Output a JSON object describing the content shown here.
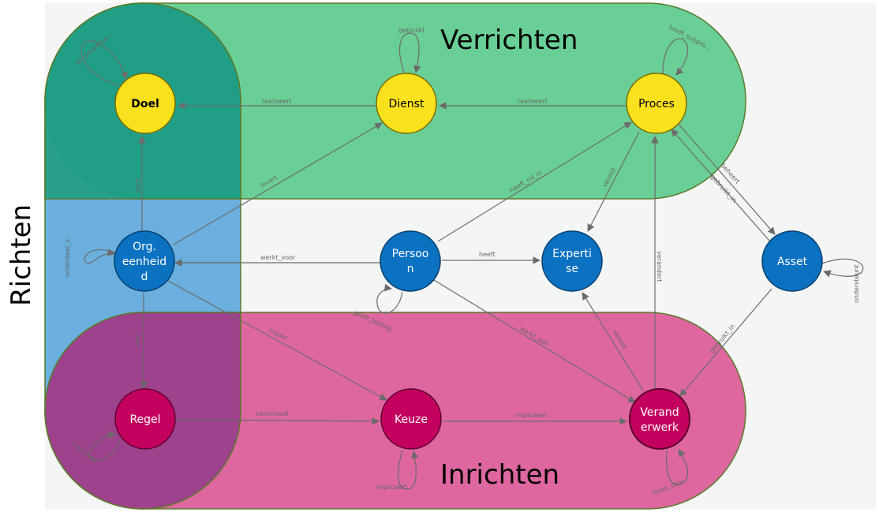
{
  "zones": {
    "verrichten": "Verrichten",
    "inrichten": "Inrichten",
    "richten": "Richten"
  },
  "colors": {
    "verrichten": "#56c98a",
    "richten": "#4a9fd6",
    "inrichten": "#d9478c",
    "node_yellow": "#f9e11e",
    "node_blue": "#0b71c1",
    "node_magenta": "#c4005e"
  },
  "nodes": {
    "doel": "Doel",
    "dienst": "Dienst",
    "proces": "Proces",
    "org_line1": "Org.",
    "org_line2": "eenheid",
    "org_line3": "d",
    "persoon_line1": "Persoo",
    "persoon_line2": "n",
    "expertise_line1": "Experti",
    "expertise_line2": "se",
    "asset": "Asset",
    "regel": "Regel",
    "keuze": "Keuze",
    "verandering_line1": "Verand",
    "verandering_line2": "erwerk"
  },
  "edges": {
    "doel_self": "op_gespeme...",
    "dienst_self": "gebruikt",
    "proces_self": "heeft_subpro...",
    "dienst_doel": "realiseert",
    "proces_dienst": "realiseert",
    "org_doel": "stelt",
    "org_dienst": "levert",
    "persoon_proces": "heeft_rol_in",
    "proces_expertise": "vereist",
    "proces_asset_1": "beheert",
    "proces_asset_2": "gebruikt_in",
    "org_self": "onderdeel_v...",
    "persoon_org": "werkt_voor",
    "persoon_expertise": "heeft",
    "asset_self": "ondersteunt",
    "persoon_self": "geeft_leiding...",
    "org_regel": "stelt",
    "org_keuze": "maakt",
    "persoon_verandering": "werkt_aan",
    "verandering_expertise": "vereist",
    "verandering_proces": "verandert",
    "asset_verandering": "gebruikt_in",
    "regel_keuze": "beinvloedt",
    "keuze_verandering": "impliceert",
    "regel_self": "impliceert",
    "keuze_self": "impliceert",
    "verandering_self": "moet_voor"
  }
}
